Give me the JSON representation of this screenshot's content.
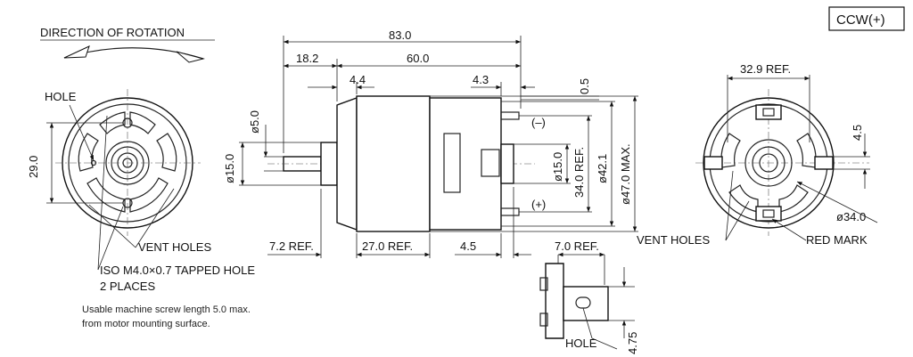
{
  "badge": "CCW(+)",
  "direction_label": "DIRECTION OF ROTATION",
  "dims": {
    "overall_length": "83.0",
    "d_18_2": "18.2",
    "d_60_0": "60.0",
    "d_4_4": "4.4",
    "d_4_3": "4.3",
    "d_0_5": "0.5",
    "shaft_dia": "ø5.0",
    "boss_dia_left": "ø15.0",
    "height_29": "29.0",
    "boss_dia_right": "ø15.0",
    "ref_34": "34.0 REF.",
    "dia_42_1": "ø42.1",
    "dia_47_max": "ø47.0 MAX.",
    "ref_7_2": "7.2 REF.",
    "ref_27": "27.0 REF.",
    "d_4_5_bottom": "4.5",
    "ref_7_0": "7.0 REF.",
    "ref_32_9": "32.9 REF.",
    "d_4_5_right": "4.5",
    "dia_34": "ø34.0",
    "d_4_75": "4.75"
  },
  "labels": {
    "hole": "HOLE",
    "vent_holes_left": "VENT HOLES",
    "tapped_hole": "ISO M4.0×0.7 TAPPED HOLE",
    "two_places": "2 PLACES",
    "note1": "Usable machine screw length 5.0 max.",
    "note2": "from motor mounting surface.",
    "minus": "(–)",
    "plus": "(+)",
    "vent_holes_right": "VENT HOLES",
    "red_mark": "RED MARK",
    "hole_bottom": "HOLE"
  }
}
